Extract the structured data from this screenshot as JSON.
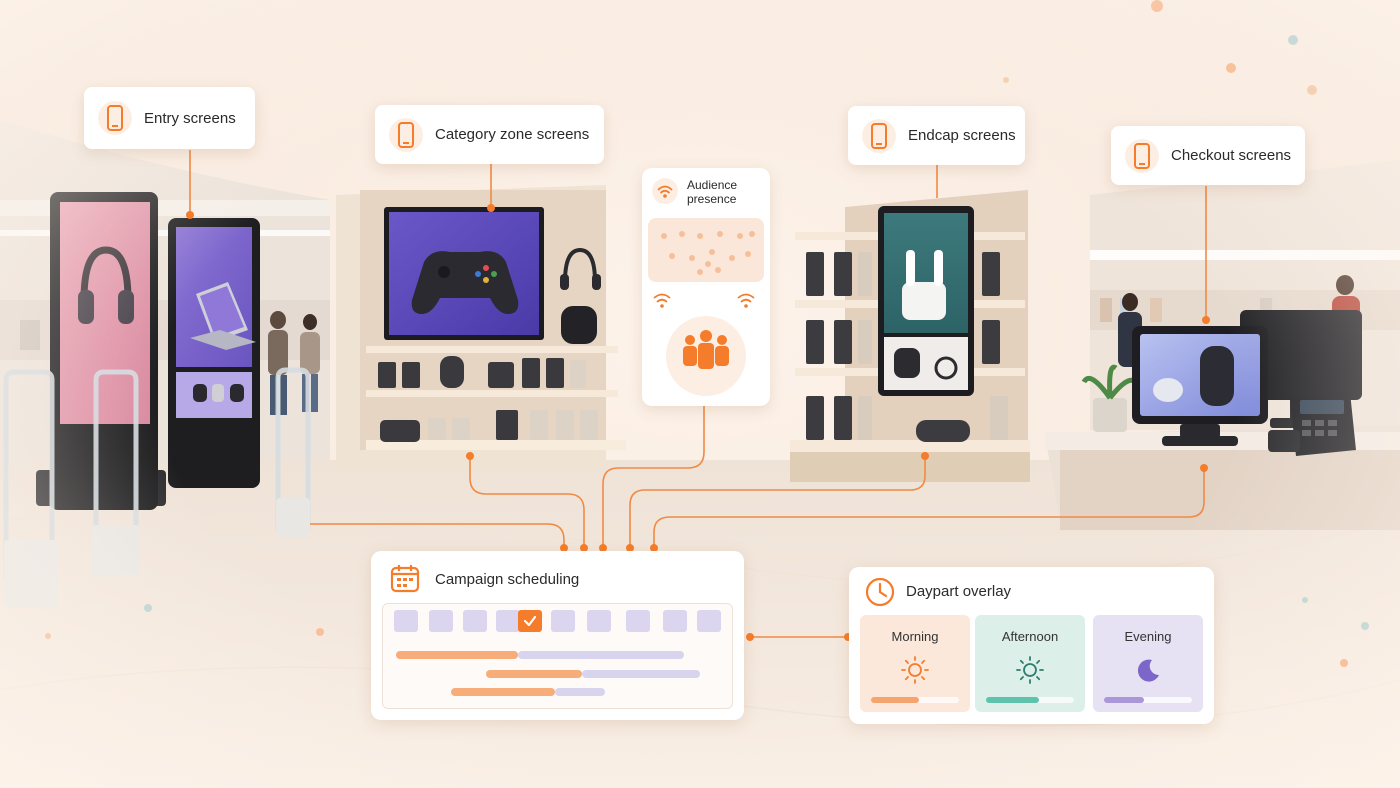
{
  "zones": [
    {
      "label": "Entry screens"
    },
    {
      "label": "Category zone screens"
    },
    {
      "label": "Endcap screens"
    },
    {
      "label": "Checkout screens"
    }
  ],
  "zone_icon": "smartphone-icon",
  "audience": {
    "title": "Audience\npresence",
    "icons": [
      "wifi-signal-icon",
      "people-group-icon"
    ]
  },
  "campaign": {
    "title": "Campaign scheduling",
    "icon": "calendar-icon",
    "days": [
      {
        "active": false
      },
      {
        "active": false
      },
      {
        "active": false
      },
      {
        "active": false
      },
      {
        "active": true
      },
      {
        "active": false
      },
      {
        "active": false
      },
      {
        "active": false
      },
      {
        "active": false
      },
      {
        "active": false
      }
    ]
  },
  "daypart": {
    "title": "Daypart overlay",
    "icon": "clock-icon",
    "parts": [
      {
        "label": "Morning",
        "icon": "sun-icon",
        "level": 0.55,
        "bg": "#fbe8da",
        "fill": "#f6a46e"
      },
      {
        "label": "Afternoon",
        "icon": "sun-icon",
        "level": 0.6,
        "bg": "#dcefe9",
        "fill": "#5fc2ad"
      },
      {
        "label": "Evening",
        "icon": "moon-icon",
        "level": 0.45,
        "bg": "#e7e2f3",
        "fill": "#a997d8"
      }
    ]
  },
  "colors": {
    "accent": "#f57c2b",
    "connector": "#f08a44",
    "card": "#ffffff",
    "schedule_orange": "#f6ad7a",
    "schedule_lavender": "#d9d4ee"
  }
}
